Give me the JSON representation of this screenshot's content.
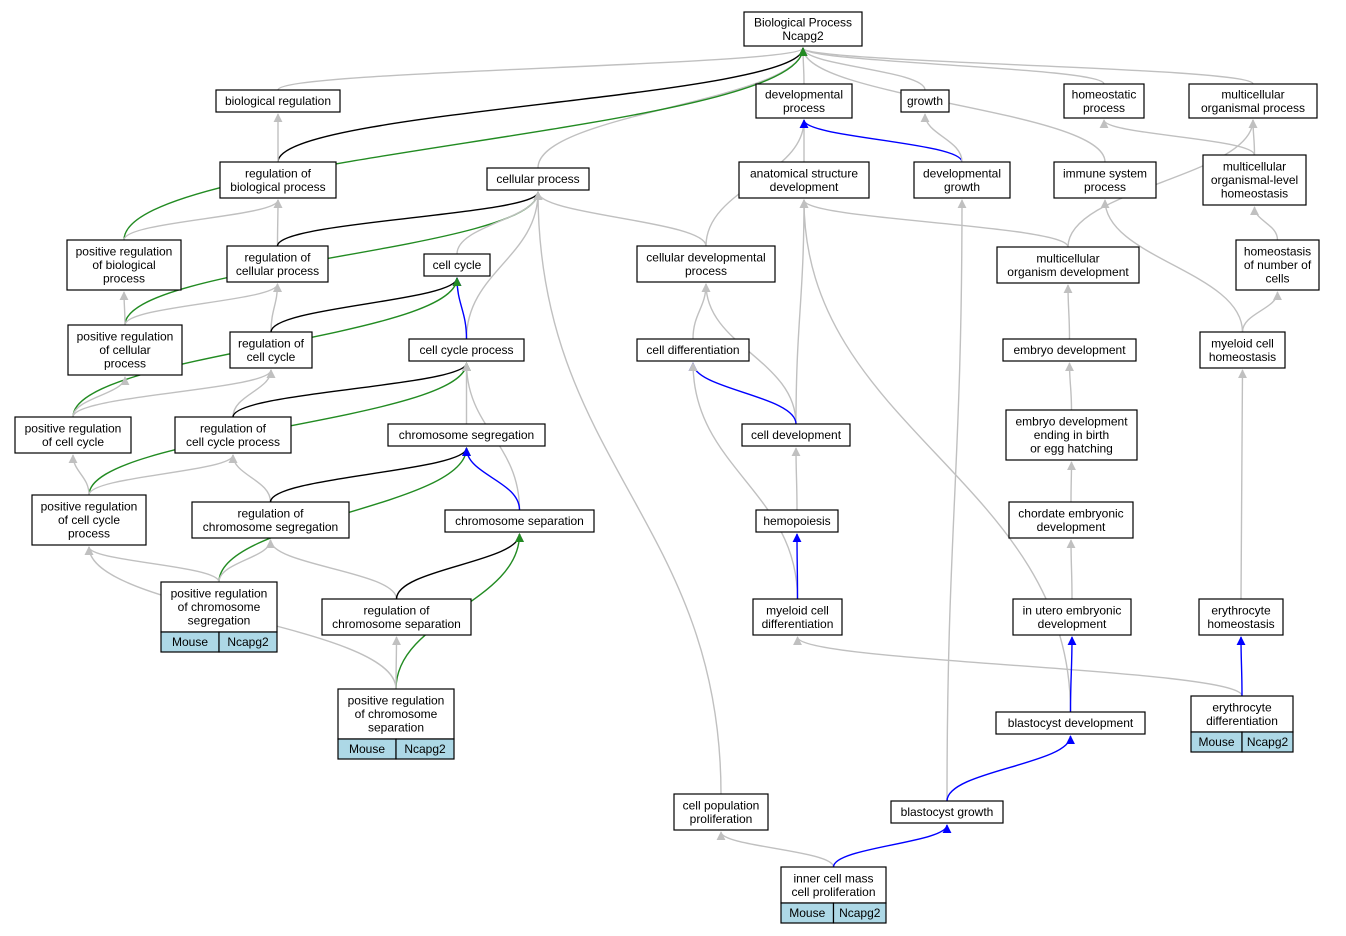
{
  "colors": {
    "is_a": "#c0c0c0",
    "regulates": "#000000",
    "positively_regulates": "#228b22",
    "part_of": "#0000ff",
    "tag_fill": "#add8e6"
  },
  "nodes": {
    "bp": [
      "Biological Process",
      "Ncapg2"
    ],
    "bioreg": [
      "biological regulation"
    ],
    "devproc": [
      "developmental",
      "process"
    ],
    "growth": [
      "growth"
    ],
    "homeostatic": [
      "homeostatic",
      "process"
    ],
    "multicellular": [
      "multicellular",
      "organismal process"
    ],
    "regbio": [
      "regulation of",
      "biological process"
    ],
    "cellproc": [
      "cellular process"
    ],
    "anatdev": [
      "anatomical structure",
      "development"
    ],
    "devgrowth": [
      "developmental",
      "growth"
    ],
    "immune": [
      "immune system",
      "process"
    ],
    "mohomeo": [
      "multicellular",
      "organismal-level",
      "homeostasis"
    ],
    "posregbio": [
      "positive regulation",
      "of biological",
      "process"
    ],
    "regcell": [
      "regulation of",
      "cellular process"
    ],
    "cellcycle": [
      "cell cycle"
    ],
    "celldevproc": [
      "cellular developmental",
      "process"
    ],
    "multidev": [
      "multicellular",
      "organism development"
    ],
    "homeonum": [
      "homeostasis",
      "of number of",
      "cells"
    ],
    "posregcell": [
      "positive regulation",
      "of cellular",
      "process"
    ],
    "regcc": [
      "regulation of",
      "cell cycle"
    ],
    "ccproc": [
      "cell cycle process"
    ],
    "celldiff": [
      "cell differentiation"
    ],
    "embdev": [
      "embryo development"
    ],
    "myhomeo": [
      "myeloid cell",
      "homeostasis"
    ],
    "posregcc": [
      "positive regulation",
      "of cell cycle"
    ],
    "regccproc": [
      "regulation of",
      "cell cycle process"
    ],
    "chromseg": [
      "chromosome segregation"
    ],
    "celldev": [
      "cell development"
    ],
    "embbirth": [
      "embryo development",
      "ending in birth",
      "or egg hatching"
    ],
    "posregccproc": [
      "positive regulation",
      "of cell cycle",
      "process"
    ],
    "regchromseg": [
      "regulation of",
      "chromosome segregation"
    ],
    "chromsep": [
      "chromosome separation"
    ],
    "hemo": [
      "hemopoiesis"
    ],
    "chordate": [
      "chordate embryonic",
      "development"
    ],
    "posregchromseg": [
      "positive regulation",
      "of chromosome",
      "segregation"
    ],
    "regchromsep": [
      "regulation of",
      "chromosome separation"
    ],
    "myeloid": [
      "myeloid cell",
      "differentiation"
    ],
    "utero": [
      "in utero embryonic",
      "development"
    ],
    "erythomeo": [
      "erythrocyte",
      "homeostasis"
    ],
    "posregchromsep": [
      "positive regulation",
      "of chromosome",
      "separation"
    ],
    "blastdev": [
      "blastocyst development"
    ],
    "erythdiff": [
      "erythrocyte",
      "differentiation"
    ],
    "cellpop": [
      "cell population",
      "proliferation"
    ],
    "blastgrowth": [
      "blastocyst growth"
    ],
    "icm": [
      "inner cell mass",
      "cell proliferation"
    ]
  },
  "annotations": {
    "posregchromseg": [
      "Mouse",
      "Ncapg2"
    ],
    "posregchromsep": [
      "Mouse",
      "Ncapg2"
    ],
    "erythdiff": [
      "Mouse",
      "Ncapg2"
    ],
    "icm": [
      "Mouse",
      "Ncapg2"
    ]
  },
  "edges": [
    {
      "from": "bioreg",
      "to": "bp",
      "type": "is_a"
    },
    {
      "from": "devproc",
      "to": "bp",
      "type": "is_a"
    },
    {
      "from": "growth",
      "to": "bp",
      "type": "is_a"
    },
    {
      "from": "homeostatic",
      "to": "bp",
      "type": "is_a"
    },
    {
      "from": "multicellular",
      "to": "bp",
      "type": "is_a"
    },
    {
      "from": "cellproc",
      "to": "bp",
      "type": "is_a"
    },
    {
      "from": "immune",
      "to": "bp",
      "type": "is_a"
    },
    {
      "from": "regbio",
      "to": "bp",
      "type": "regulates"
    },
    {
      "from": "posregbio",
      "to": "bp",
      "type": "positively_regulates"
    },
    {
      "from": "regbio",
      "to": "bioreg",
      "type": "is_a"
    },
    {
      "from": "anatdev",
      "to": "devproc",
      "type": "is_a"
    },
    {
      "from": "celldevproc",
      "to": "devproc",
      "type": "is_a"
    },
    {
      "from": "devgrowth",
      "to": "devproc",
      "type": "part_of"
    },
    {
      "from": "devgrowth",
      "to": "growth",
      "type": "is_a"
    },
    {
      "from": "mohomeo",
      "to": "homeostatic",
      "type": "is_a"
    },
    {
      "from": "mohomeo",
      "to": "multicellular",
      "type": "is_a"
    },
    {
      "from": "multidev",
      "to": "multicellular",
      "type": "is_a"
    },
    {
      "from": "posregbio",
      "to": "regbio",
      "type": "is_a"
    },
    {
      "from": "regcell",
      "to": "regbio",
      "type": "is_a"
    },
    {
      "from": "regcell",
      "to": "cellproc",
      "type": "regulates"
    },
    {
      "from": "posregcell",
      "to": "cellproc",
      "type": "positively_regulates"
    },
    {
      "from": "cellcycle",
      "to": "cellproc",
      "type": "is_a"
    },
    {
      "from": "ccproc",
      "to": "cellproc",
      "type": "is_a"
    },
    {
      "from": "celldevproc",
      "to": "cellproc",
      "type": "is_a"
    },
    {
      "from": "cellpop",
      "to": "cellproc",
      "type": "is_a"
    },
    {
      "from": "multidev",
      "to": "anatdev",
      "type": "is_a"
    },
    {
      "from": "celldev",
      "to": "anatdev",
      "type": "is_a"
    },
    {
      "from": "blastdev",
      "to": "anatdev",
      "type": "is_a"
    },
    {
      "from": "blastgrowth",
      "to": "devgrowth",
      "type": "is_a"
    },
    {
      "from": "myhomeo",
      "to": "immune",
      "type": "is_a"
    },
    {
      "from": "homeonum",
      "to": "mohomeo",
      "type": "is_a"
    },
    {
      "from": "posregcell",
      "to": "posregbio",
      "type": "is_a"
    },
    {
      "from": "posregcell",
      "to": "regcell",
      "type": "is_a"
    },
    {
      "from": "regcc",
      "to": "regcell",
      "type": "is_a"
    },
    {
      "from": "regcc",
      "to": "cellcycle",
      "type": "regulates"
    },
    {
      "from": "ccproc",
      "to": "cellcycle",
      "type": "part_of"
    },
    {
      "from": "posregcc",
      "to": "cellcycle",
      "type": "positively_regulates"
    },
    {
      "from": "celldiff",
      "to": "celldevproc",
      "type": "is_a"
    },
    {
      "from": "celldev",
      "to": "celldevproc",
      "type": "is_a"
    },
    {
      "from": "embdev",
      "to": "multidev",
      "type": "is_a"
    },
    {
      "from": "myhomeo",
      "to": "homeonum",
      "type": "is_a"
    },
    {
      "from": "posregcc",
      "to": "posregcell",
      "type": "is_a"
    },
    {
      "from": "posregcc",
      "to": "regcc",
      "type": "is_a"
    },
    {
      "from": "regccproc",
      "to": "regcc",
      "type": "is_a"
    },
    {
      "from": "regccproc",
      "to": "ccproc",
      "type": "regulates"
    },
    {
      "from": "posregccproc",
      "to": "ccproc",
      "type": "positively_regulates"
    },
    {
      "from": "chromseg",
      "to": "ccproc",
      "type": "is_a"
    },
    {
      "from": "chromsep",
      "to": "ccproc",
      "type": "is_a"
    },
    {
      "from": "celldev",
      "to": "celldiff",
      "type": "part_of"
    },
    {
      "from": "myeloid",
      "to": "celldiff",
      "type": "is_a"
    },
    {
      "from": "embbirth",
      "to": "embdev",
      "type": "is_a"
    },
    {
      "from": "erythomeo",
      "to": "myhomeo",
      "type": "is_a"
    },
    {
      "from": "posregccproc",
      "to": "posregcc",
      "type": "is_a"
    },
    {
      "from": "posregccproc",
      "to": "regccproc",
      "type": "is_a"
    },
    {
      "from": "regchromseg",
      "to": "regccproc",
      "type": "is_a"
    },
    {
      "from": "regchromseg",
      "to": "chromseg",
      "type": "regulates"
    },
    {
      "from": "posregchromseg",
      "to": "chromseg",
      "type": "positively_regulates"
    },
    {
      "from": "chromsep",
      "to": "chromseg",
      "type": "part_of"
    },
    {
      "from": "hemo",
      "to": "celldev",
      "type": "is_a"
    },
    {
      "from": "chordate",
      "to": "embbirth",
      "type": "is_a"
    },
    {
      "from": "posregchromseg",
      "to": "posregccproc",
      "type": "is_a"
    },
    {
      "from": "posregchromseg",
      "to": "regchromseg",
      "type": "is_a"
    },
    {
      "from": "regchromsep",
      "to": "regchromseg",
      "type": "is_a"
    },
    {
      "from": "regchromsep",
      "to": "chromsep",
      "type": "regulates"
    },
    {
      "from": "posregchromsep",
      "to": "chromsep",
      "type": "positively_regulates"
    },
    {
      "from": "myeloid",
      "to": "hemo",
      "type": "part_of"
    },
    {
      "from": "utero",
      "to": "chordate",
      "type": "is_a"
    },
    {
      "from": "posregchromsep",
      "to": "posregccproc",
      "type": "is_a"
    },
    {
      "from": "posregchromsep",
      "to": "regchromsep",
      "type": "is_a"
    },
    {
      "from": "erythdiff",
      "to": "myeloid",
      "type": "is_a"
    },
    {
      "from": "erythdiff",
      "to": "erythomeo",
      "type": "part_of"
    },
    {
      "from": "blastdev",
      "to": "utero",
      "type": "part_of"
    },
    {
      "from": "blastgrowth",
      "to": "blastdev",
      "type": "part_of"
    },
    {
      "from": "icm",
      "to": "cellpop",
      "type": "is_a"
    },
    {
      "from": "icm",
      "to": "blastgrowth",
      "type": "part_of"
    }
  ]
}
